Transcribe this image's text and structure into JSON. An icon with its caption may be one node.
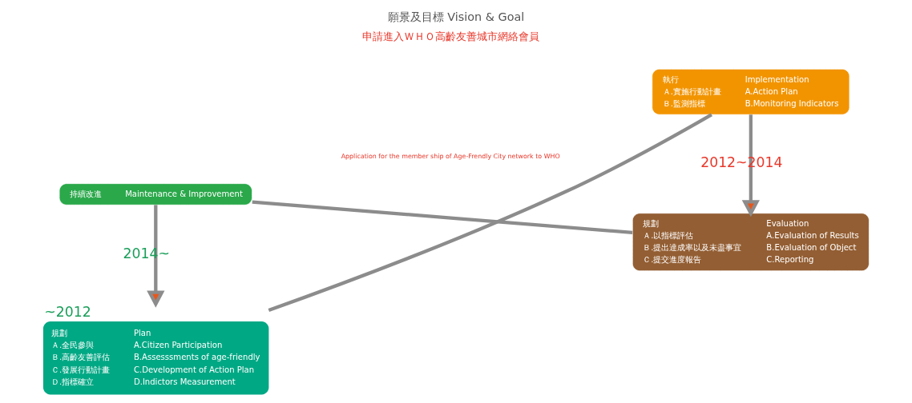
{
  "diagram": {
    "title": "願景及目標 Vision & Goal",
    "nodes": [
      {
        "text": [
          "規劃",
          "Ａ.全民參與",
          "Ｂ.高齡友善評估",
          "Ｃ.發展行動計畫",
          "Ｄ.指標確立",
          "Plan",
          "A.Citizen Participation",
          "B.Assesssments of age-friendly",
          "C.Development of Action Plan",
          "D.Indictors Measurement"
        ],
        "beside": [
          "~2012"
        ]
      },
      {
        "text": [
          "執行",
          "Ａ.實施行動計畫",
          "Ｂ.監測指標",
          "Implementation",
          "A.Action Plan",
          "B.Monitoring Indicators"
        ]
      },
      {
        "text": [
          "規劃",
          "Ａ.以指標評估",
          "Ｂ.提出達成率以及未盡事宜",
          "Ｃ.提交進度報告",
          "Evaluation",
          "A.Evaluation of Results",
          "B.Evaluation of Object",
          "C.Reporting"
        ]
      },
      {
        "text": [
          "持續改進",
          "Maintenance & Improvement"
        ]
      }
    ],
    "edges": [
      {
        "from": 0,
        "to": 1,
        "arrow": "none"
      },
      {
        "from": 1,
        "to": 2,
        "arrow": "to",
        "label": "2012~2014"
      },
      {
        "from": 2,
        "to": 3,
        "arrow": "none"
      },
      {
        "from": 3,
        "to": 0,
        "arrow": "to",
        "label": "2014~"
      }
    ],
    "labels": [
      "申請進入ＷＨＯ高齡友善城市網絡會員",
      "Application for the member ship of Age-Frendly City network to WHO"
    ]
  }
}
